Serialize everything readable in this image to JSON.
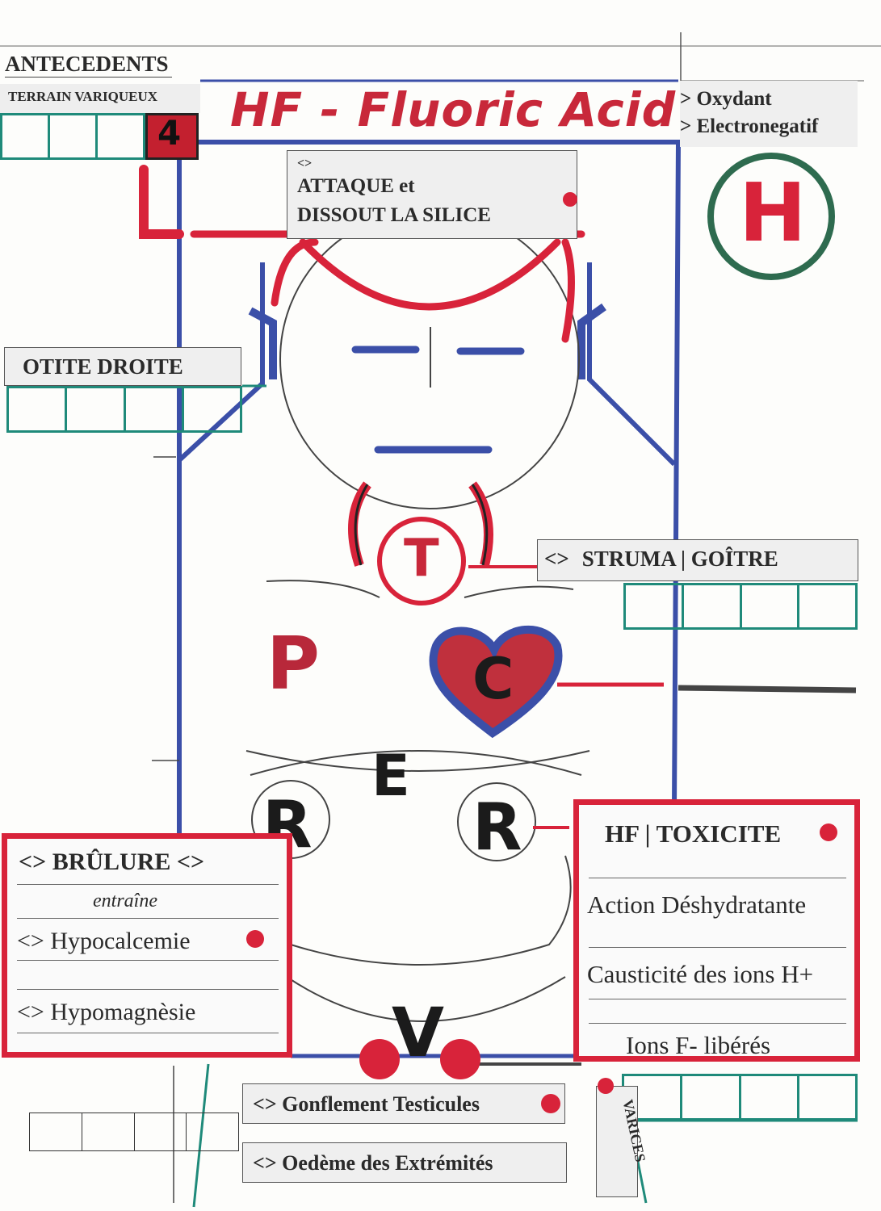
{
  "antecedents": {
    "title": "ANTECEDENTS",
    "subtitle": "TERRAIN VARIQUEUX"
  },
  "main_title": "HF - Fluoric Acid",
  "properties": [
    "> Oxydant",
    "> Electronegatif"
  ],
  "symbol": "H",
  "attack": {
    "marker": "<>",
    "line1": "ATTAQUE et",
    "line2": "DISSOUT  LA SILICE"
  },
  "otite": "OTITE  DROITE",
  "struma": {
    "marker": "<>",
    "text": "STRUMA  |  GOÎTRE"
  },
  "body_letters": {
    "thyroid": "T",
    "p": "P",
    "heart": "C",
    "e": "E",
    "r_left": "R",
    "r_right": "R",
    "v": "V"
  },
  "brulure": {
    "title": "<>  BRÛLURE <>",
    "subtitle": "entraîne",
    "items": [
      "<> Hypocalcemie",
      "<>  Hypomagnèsie"
    ]
  },
  "toxicite": {
    "title": "HF | TOXICITE",
    "items": [
      "Action Déshydratante",
      "Causticité des ions H+",
      "Ions  F- libérés"
    ]
  },
  "gonflement": "<> Gonflement Testicules",
  "oedeme": "<> Oedème des Extrémités",
  "varices": "VARICES",
  "colors": {
    "red": "#d8233a",
    "blue": "#3b4fa8",
    "teal": "#1f8a7a",
    "green": "#2e6b4f"
  }
}
